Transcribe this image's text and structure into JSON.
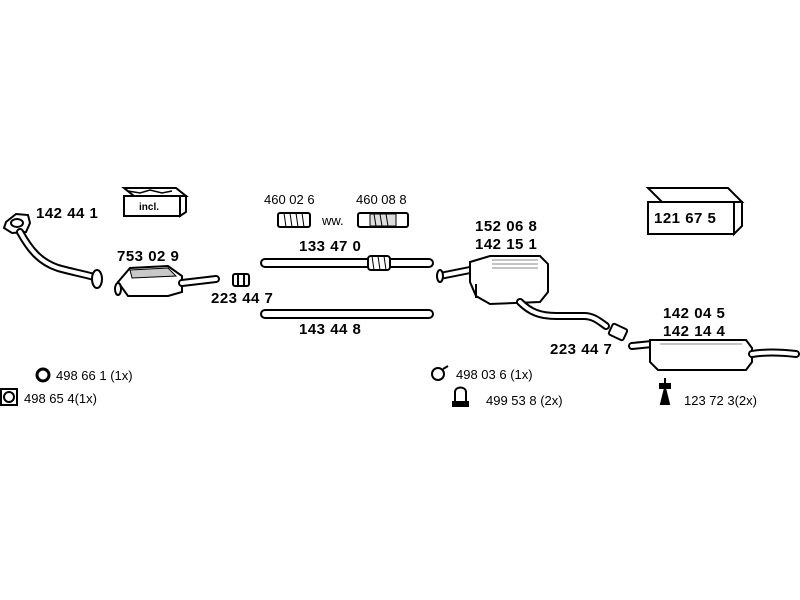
{
  "parts": {
    "front_pipe": "142 44 1",
    "catalyst": "753 02 9",
    "clamp_a": "223 44 7",
    "flex_a": "460 02 6",
    "flex_b": "460 08 8",
    "ww": "ww.",
    "center_pipe_a": "133 47 0",
    "center_pipe_b": "143 44 8",
    "middle_silencer_a": "152 06 8",
    "middle_silencer_b": "142 15 1",
    "clamp_b": "223 44 7",
    "rear_silencer_a": "142 04 5",
    "rear_silencer_b": "142 14 4",
    "mounting_kit": "121 67 5",
    "kit_note": "incl."
  },
  "small_parts": {
    "ring_a": "498 66 1 (1x)",
    "gasket_a": "498 65 4(1x)",
    "ring_b": "498 03 6 (1x)",
    "hanger_a": "499 53 8 (2x)",
    "hanger_b": "123 72 3(2x)"
  }
}
